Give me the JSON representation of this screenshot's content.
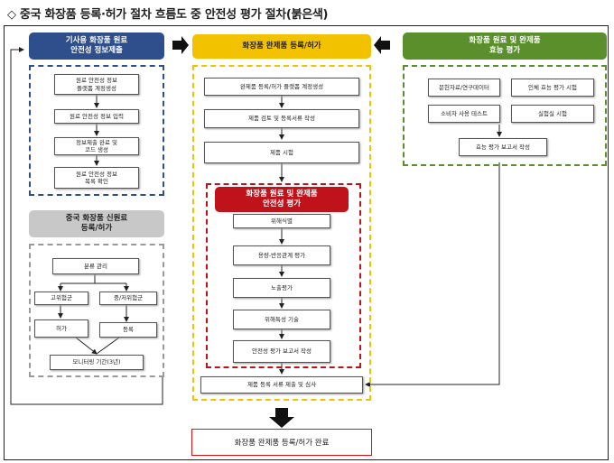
{
  "title": "◇ 중국 화장품 등록·허가 절차 흐름도 중 안전성 평가 절차(붉은색)",
  "blue": {
    "header": "기사용 화장품 원료\n안전성 정보제출",
    "steps": [
      "원료 안전성 정보\n플랫폼 계정생성",
      "원료 안전성 정보 입력",
      "정보제출 완료 및\n코드 생성",
      "원료 안전성 정보\n목록 확인"
    ]
  },
  "yellow": {
    "header": "화장품 완제품 등록/허가",
    "steps": [
      "완제품 등록/허가 플랫폼 계정생성",
      "제품 검토 및 등록서류 작성",
      "제품 시험"
    ],
    "bottom_step": "제품 등록 서류 제출 및 심사"
  },
  "green": {
    "header": "화장품 원료 및 완제품\n효능 평가",
    "items": [
      "문헌자료/연구데이터",
      "인체 효능 평가 시험",
      "소비자 사용 테스트",
      "실험실 시험"
    ],
    "report": "효능 평가 보고서 작성"
  },
  "gray": {
    "header": "중국 화장품 신원료\n등록/허가",
    "top": "분류 관리",
    "left": "고위험군",
    "right": "중/저위험군",
    "permit": "허가",
    "register": "등록",
    "monitor": "모니터링 기간(3년)"
  },
  "red": {
    "header": "화장품 원료 및 완제품\n안전성 평가",
    "steps": [
      "위해식별",
      "용량-반응관계 평가",
      "노출평가",
      "위해특성 기술",
      "안전성 평가 보고서 작성"
    ]
  },
  "final": "화장품 완제품 등록/허가 완료"
}
